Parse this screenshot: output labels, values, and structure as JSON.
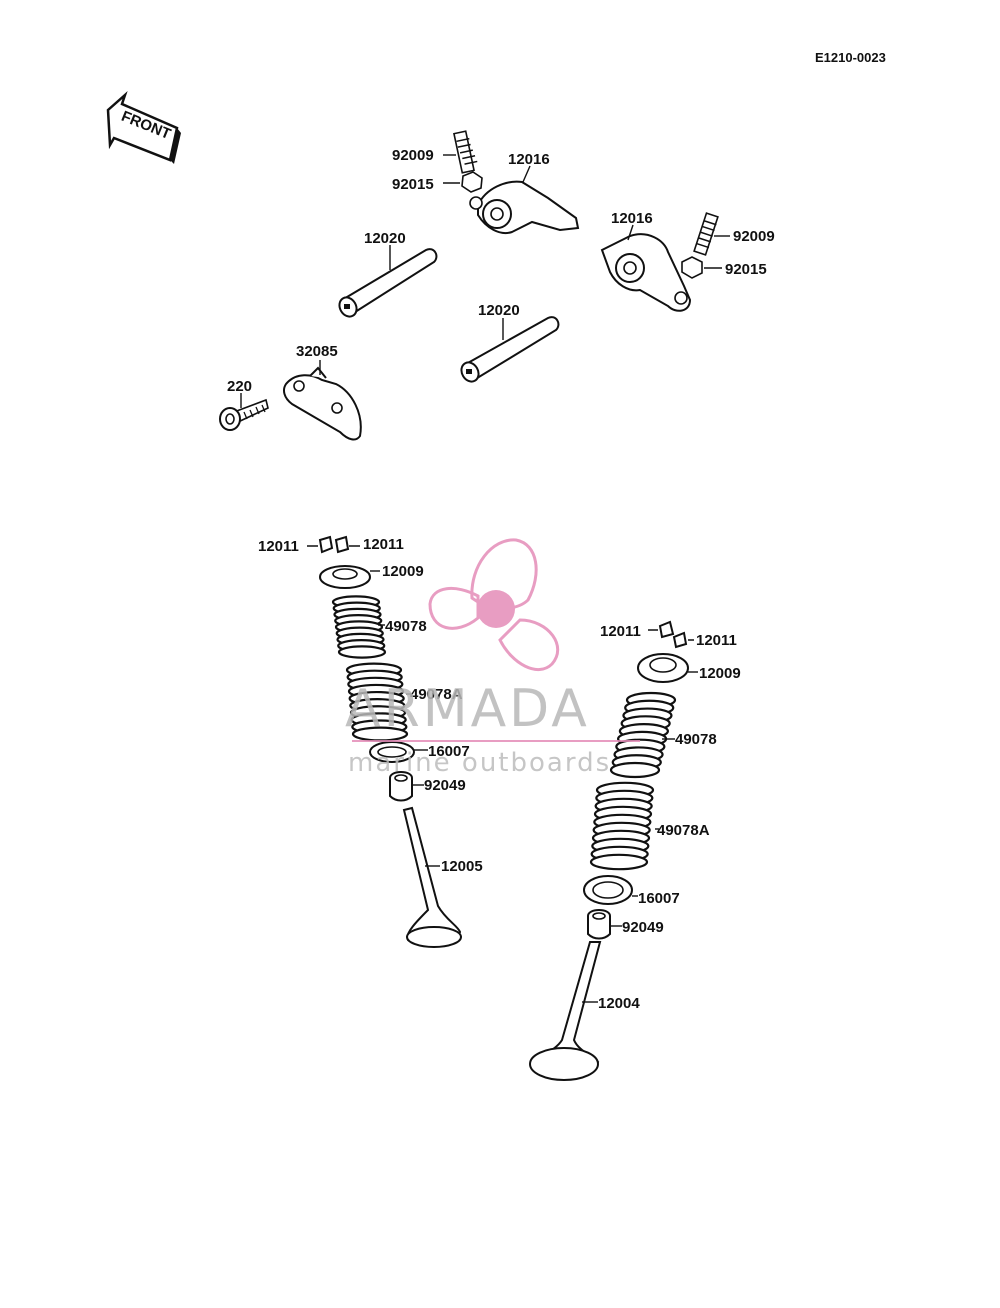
{
  "diagram_code": "E1210-0023",
  "front_label": "FRONT",
  "watermark": {
    "brand": "ARMADA",
    "tagline": "marine outboards",
    "accent_color": "#e48cb8"
  },
  "parts": {
    "p92009_a": "92009",
    "p92015_a": "92015",
    "p12016_a": "12016",
    "p12016_b": "12016",
    "p92009_b": "92009",
    "p92015_b": "92015",
    "p12020_a": "12020",
    "p12020_b": "12020",
    "p32085": "32085",
    "p220": "220",
    "p12011_l1": "12011",
    "p12011_l2": "12011",
    "p12009_l": "12009",
    "p49078_l": "49078",
    "p49078A_l": "49078A",
    "p16007_l": "16007",
    "p92049_l": "92049",
    "p12005": "12005",
    "p12011_r1": "12011",
    "p12011_r2": "12011",
    "p12009_r": "12009",
    "p49078_r": "49078",
    "p49078A_r": "49078A",
    "p16007_r": "16007",
    "p92049_r": "92049",
    "p12004": "12004"
  }
}
